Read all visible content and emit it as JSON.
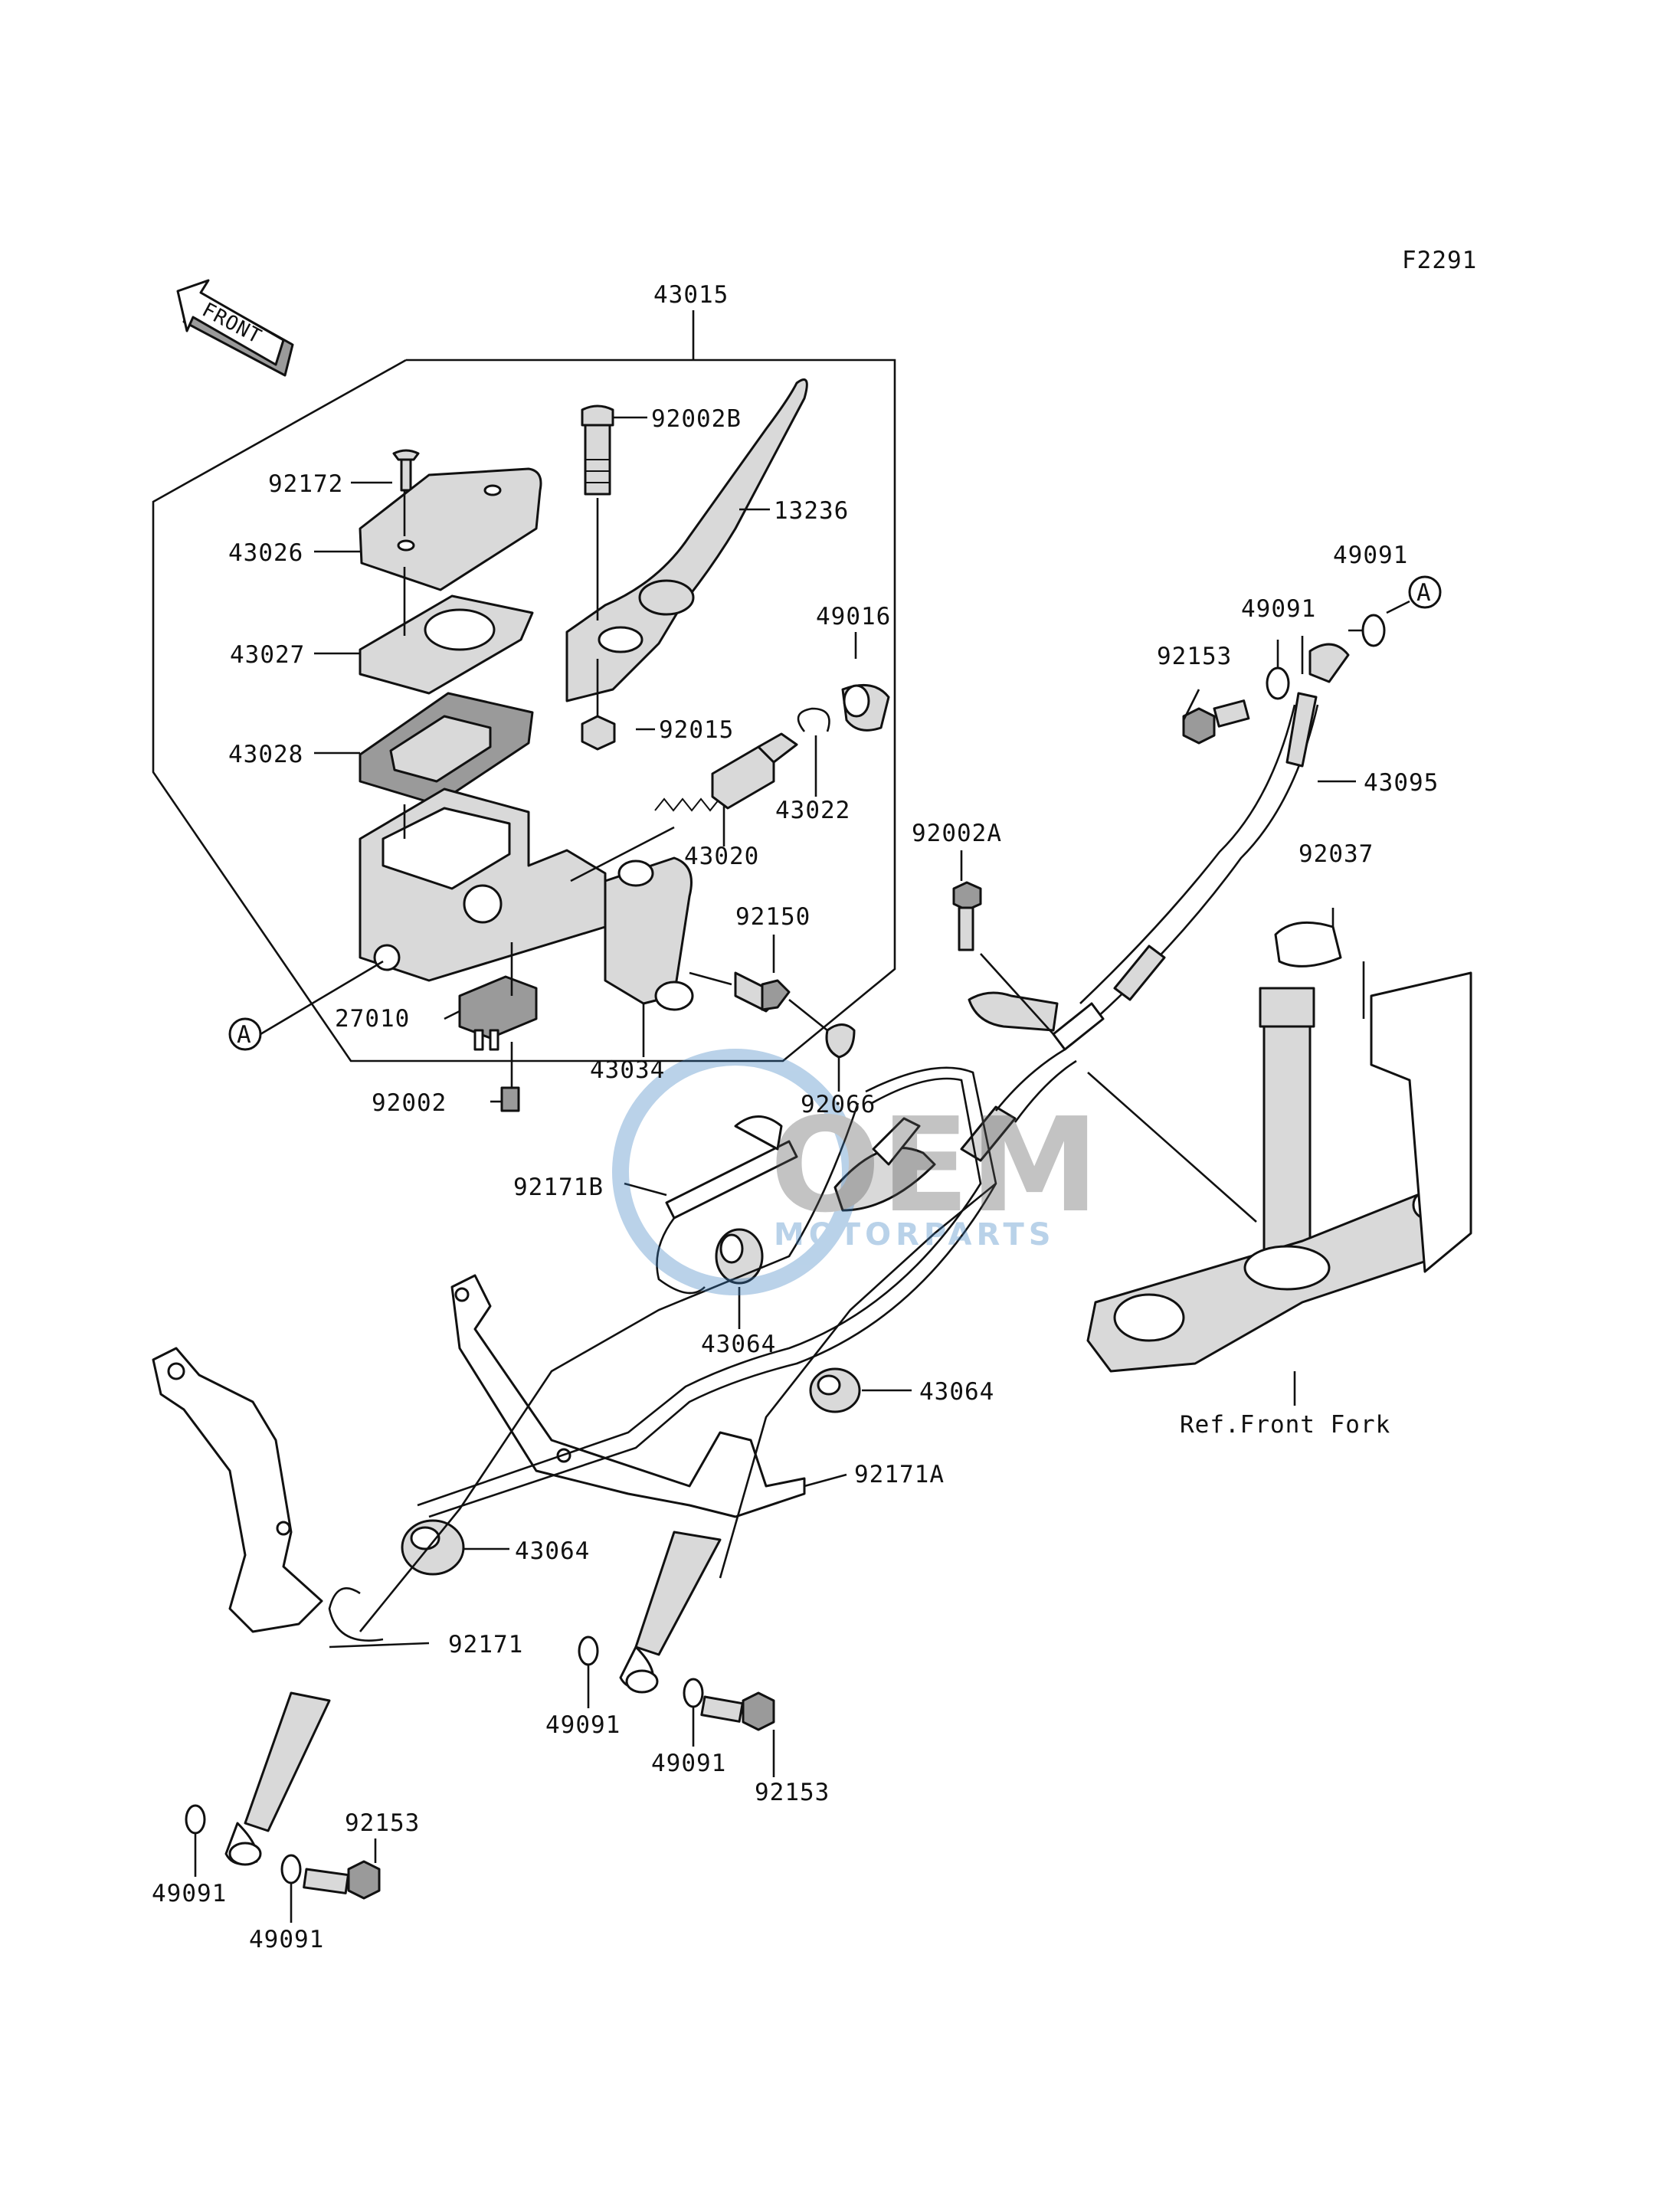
{
  "figure_code": "F2291",
  "front_arrow_label": "FRONT",
  "ref_callout": "A",
  "ref_note": "Ref.Front Fork",
  "watermark": {
    "brand": "OEM",
    "sub": "MOTORPARTS",
    "color": "#3a7fc1"
  },
  "part_labels": {
    "p43015": "43015",
    "p92002b": "92002B",
    "p92172": "92172",
    "p13236": "13236",
    "p43026": "43026",
    "p49016": "49016",
    "p43027": "43027",
    "p92015": "92015",
    "p43028": "43028",
    "p43022": "43022",
    "p43020": "43020",
    "p92150": "92150",
    "p27010": "27010",
    "p43034": "43034",
    "p92002": "92002",
    "p92066": "92066",
    "p49091_top_right": "49091",
    "p49091_top_mid": "49091",
    "p92153_top": "92153",
    "p43095": "43095",
    "p92002a": "92002A",
    "p92037": "92037",
    "p92171b": "92171B",
    "p43064_mid": "43064",
    "p43064_right": "43064",
    "p92171a": "92171A",
    "p43064_left": "43064",
    "p92171": "92171",
    "p49091_mid_a": "49091",
    "p49091_mid_b": "49091",
    "p92153_mid": "92153",
    "p92153_bottom": "92153",
    "p49091_bot_a": "49091",
    "p49091_bot_b": "49091"
  }
}
